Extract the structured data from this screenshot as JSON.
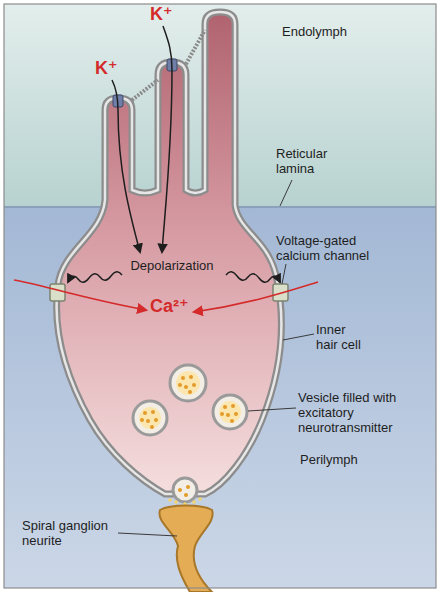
{
  "diagram": {
    "labels": [
      "K⁺",
      "K⁺",
      "Endolymph",
      "Reticular lamina",
      "Voltage-gated calcium channel",
      "Depolarization",
      "Ca²⁺",
      "Inner hair cell",
      "Vesicle filled with excitatory neurotransmitter",
      "Perilymph",
      "Spiral ganglion neurite"
    ]
  }
}
